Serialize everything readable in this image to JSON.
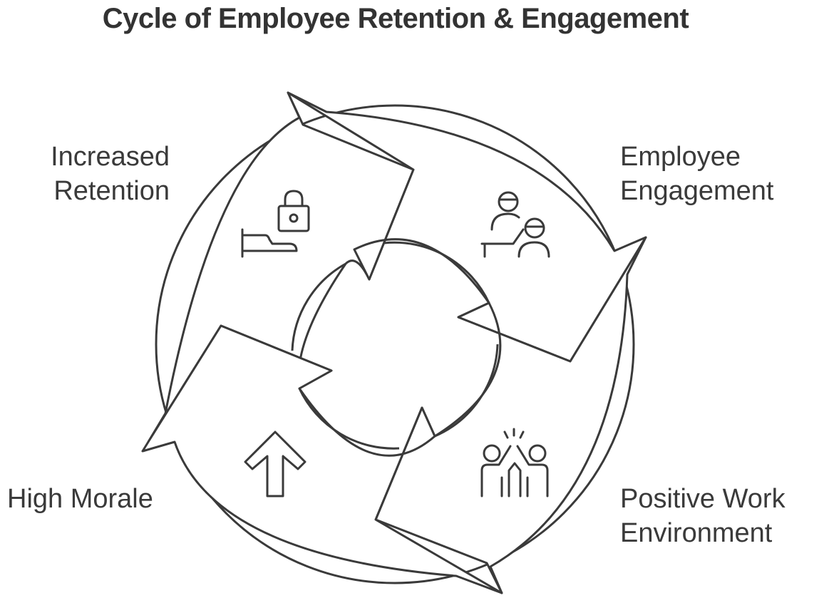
{
  "title": "Cycle of Employee Retention & Engagement",
  "stages": [
    {
      "id": "increased-retention",
      "line1": "Increased",
      "line2": "Retention",
      "icon": "lock-hand-icon"
    },
    {
      "id": "employee-engagement",
      "line1": "Employee",
      "line2": "Engagement",
      "icon": "people-desk-icon"
    },
    {
      "id": "positive-work-environment",
      "line1": "Positive Work",
      "line2": "Environment",
      "icon": "high-five-icon"
    },
    {
      "id": "high-morale",
      "line1": "High Morale",
      "line2": "",
      "icon": "up-arrow-icon"
    }
  ],
  "colors": {
    "stroke": "#3a3a3a",
    "text": "#3a3a3a",
    "background": "#ffffff"
  }
}
